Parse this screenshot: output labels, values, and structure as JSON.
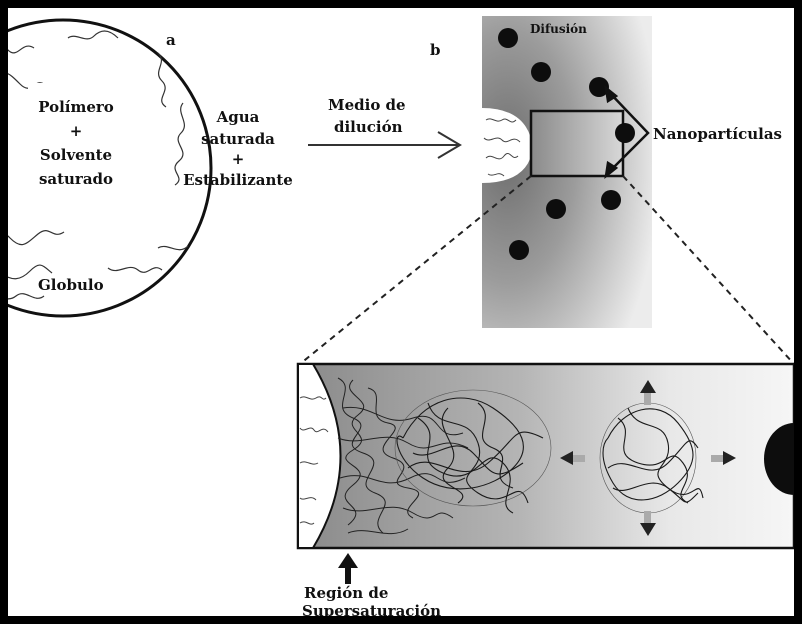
{
  "labels": {
    "panel_a": "a",
    "panel_b": "b",
    "globule_line1": "Polímero",
    "globule_plus": "+",
    "globule_line2": "Solvente",
    "globule_line3": "saturado",
    "globule_caption": "Globulo",
    "water_line1": "Agua",
    "water_line2": "saturada",
    "water_plus": "+",
    "water_line3": "Estabilizante",
    "medium_line1": "Medio de",
    "medium_line2": "dilución",
    "diffusion": "Difusión",
    "nanoparticles": "Nanopartículas",
    "region_line1": "Región de",
    "region_line2": "Supersaturación"
  },
  "colors": {
    "background": "#ffffff",
    "frame": "#000000",
    "ink": "#111111",
    "particle": "#0d0d0d",
    "shade_dark": "#7a7a7a",
    "shade_light": "#e6e6e6"
  },
  "icons": {
    "process_arrow": "arrow-right-icon",
    "nanoparticle_pointer": "chevron-right-icon",
    "region_pointer": "arrow-up-icon",
    "expansion_arrows": "expand-arrows-icon"
  }
}
